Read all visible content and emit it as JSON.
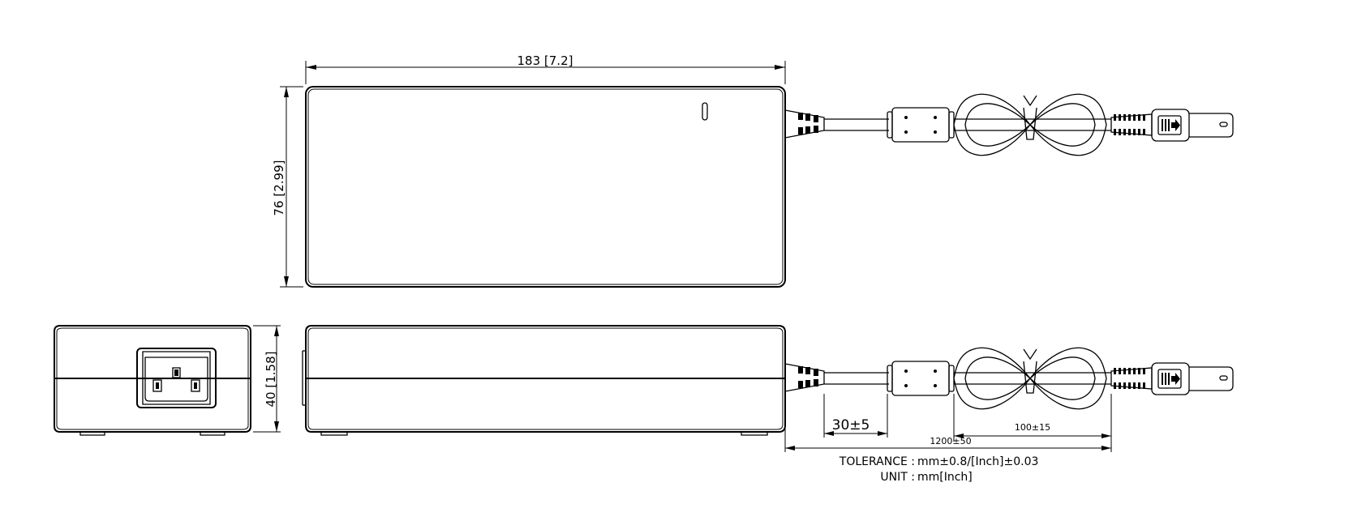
{
  "dimensions": {
    "top_length": "183 [7.2]",
    "top_width": "76 [2.99]",
    "side_height": "40 [1.58]",
    "strain_relief_length": "30±5",
    "loop_length": "100±15",
    "cable_length": "1200±50"
  },
  "notes": {
    "tolerance_label": "TOLERANCE :",
    "tolerance_value": "mm±0.8/[Inch]±0.03",
    "unit_label": "UNIT :",
    "unit_value": "mm[Inch]"
  },
  "colors": {
    "line": "#000000",
    "background": "#ffffff"
  }
}
